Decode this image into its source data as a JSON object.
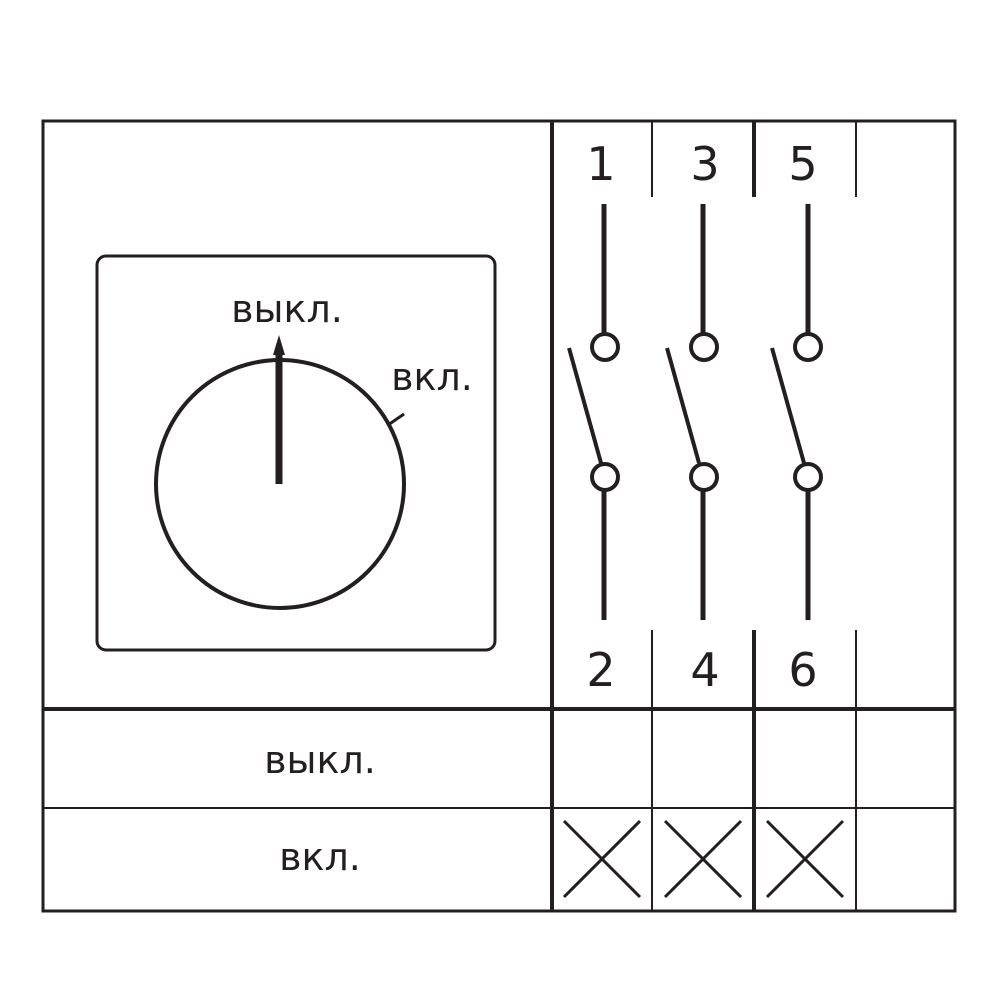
{
  "dial": {
    "label_off": "выкл.",
    "label_on": "вкл."
  },
  "terminals": {
    "top": [
      "1",
      "3",
      "5"
    ],
    "bottom": [
      "2",
      "4",
      "6"
    ]
  },
  "table": {
    "rows": [
      {
        "label": "выкл.",
        "closed": [
          false,
          false,
          false
        ]
      },
      {
        "label": "вкл.",
        "closed": [
          true,
          true,
          true
        ]
      }
    ]
  },
  "colors": {
    "line": "#231f20",
    "background": "#ffffff"
  }
}
